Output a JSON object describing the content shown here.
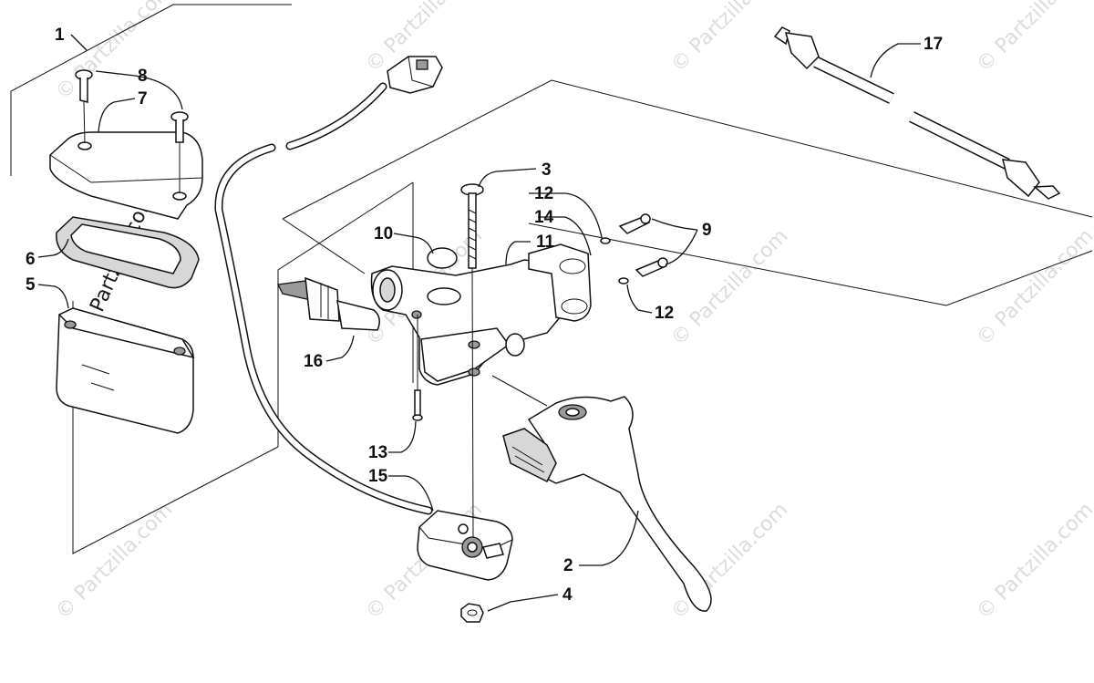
{
  "watermark": {
    "text": "© Partzilla.com"
  },
  "callouts": [
    {
      "id": "c1",
      "label": "1"
    },
    {
      "id": "c2",
      "label": "2"
    },
    {
      "id": "c3",
      "label": "3"
    },
    {
      "id": "c4",
      "label": "4"
    },
    {
      "id": "c5",
      "label": "5"
    },
    {
      "id": "c6",
      "label": "6"
    },
    {
      "id": "c7",
      "label": "7"
    },
    {
      "id": "c8",
      "label": "8"
    },
    {
      "id": "c9",
      "label": "9"
    },
    {
      "id": "c10",
      "label": "10"
    },
    {
      "id": "c11",
      "label": "11"
    },
    {
      "id": "c12a",
      "label": "12"
    },
    {
      "id": "c12b",
      "label": "12"
    },
    {
      "id": "c13",
      "label": "13"
    },
    {
      "id": "c14",
      "label": "14"
    },
    {
      "id": "c15",
      "label": "15"
    },
    {
      "id": "c16",
      "label": "16"
    },
    {
      "id": "c17",
      "label": "17"
    }
  ]
}
